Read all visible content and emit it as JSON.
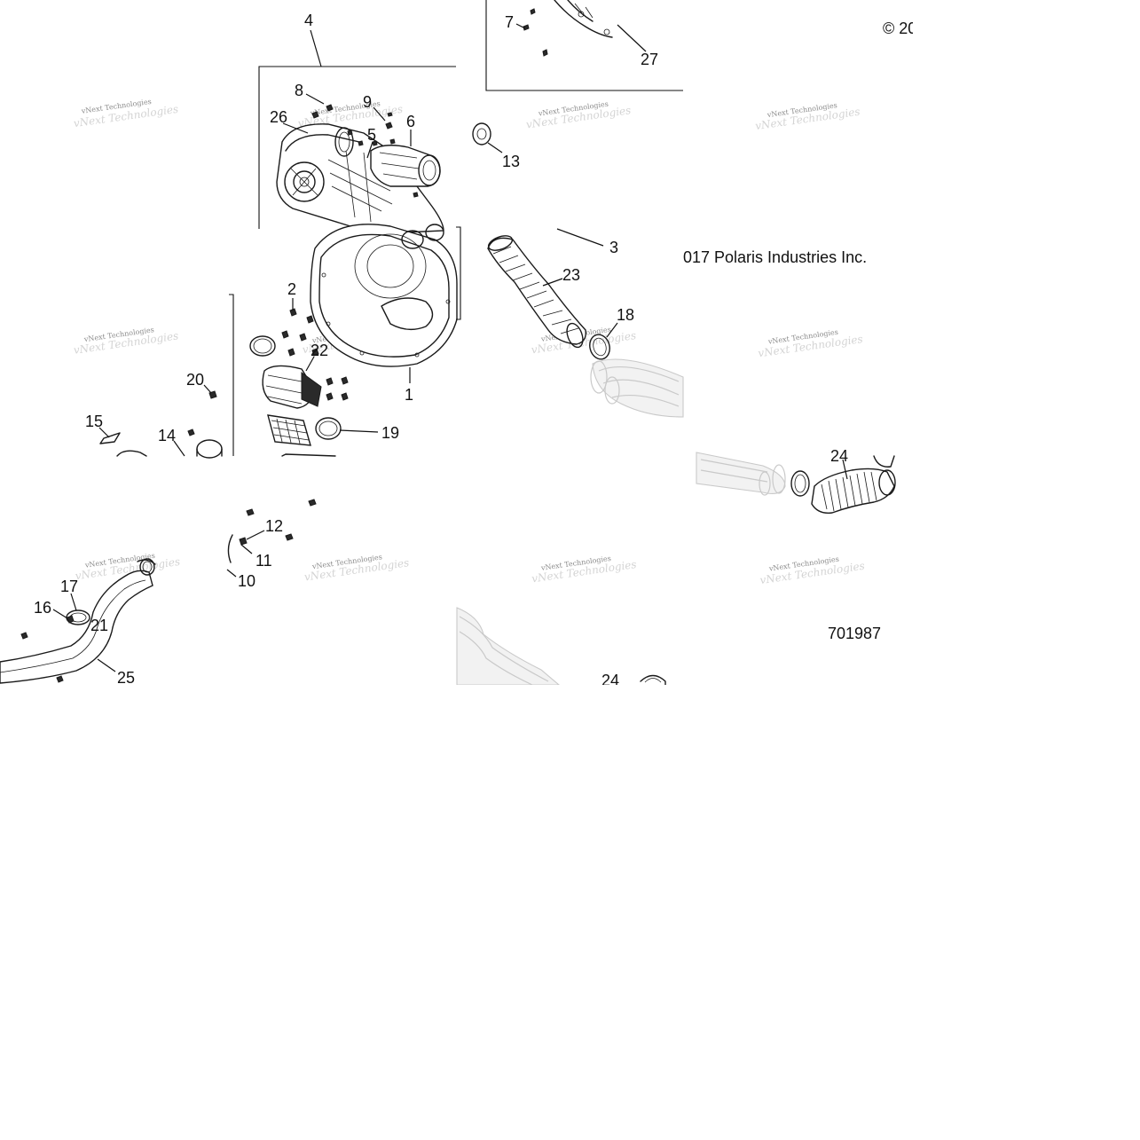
{
  "copyright": {
    "fragment_top": "© 20",
    "fragment_mid": "017 Polaris Industries Inc."
  },
  "drawing_number": "701987",
  "watermark": "vNext Technologies",
  "callouts": {
    "c1": "1",
    "c2": "2",
    "c3": "3",
    "c4": "4",
    "c5": "5",
    "c6": "6",
    "c7": "7",
    "c8": "8",
    "c9": "9",
    "c10": "10",
    "c11": "11",
    "c12": "12",
    "c13": "13",
    "c14": "14",
    "c15": "15",
    "c16": "16",
    "c17": "17",
    "c18": "18",
    "c19": "19",
    "c20": "20",
    "c21": "21",
    "c22": "22",
    "c23": "23",
    "c24a": "24",
    "c24b": "24",
    "c25": "25",
    "c26": "26",
    "c27": "27"
  },
  "colors": {
    "line": "#1a1a1a",
    "ghost": "#c9c9c9",
    "background": "#ffffff"
  }
}
